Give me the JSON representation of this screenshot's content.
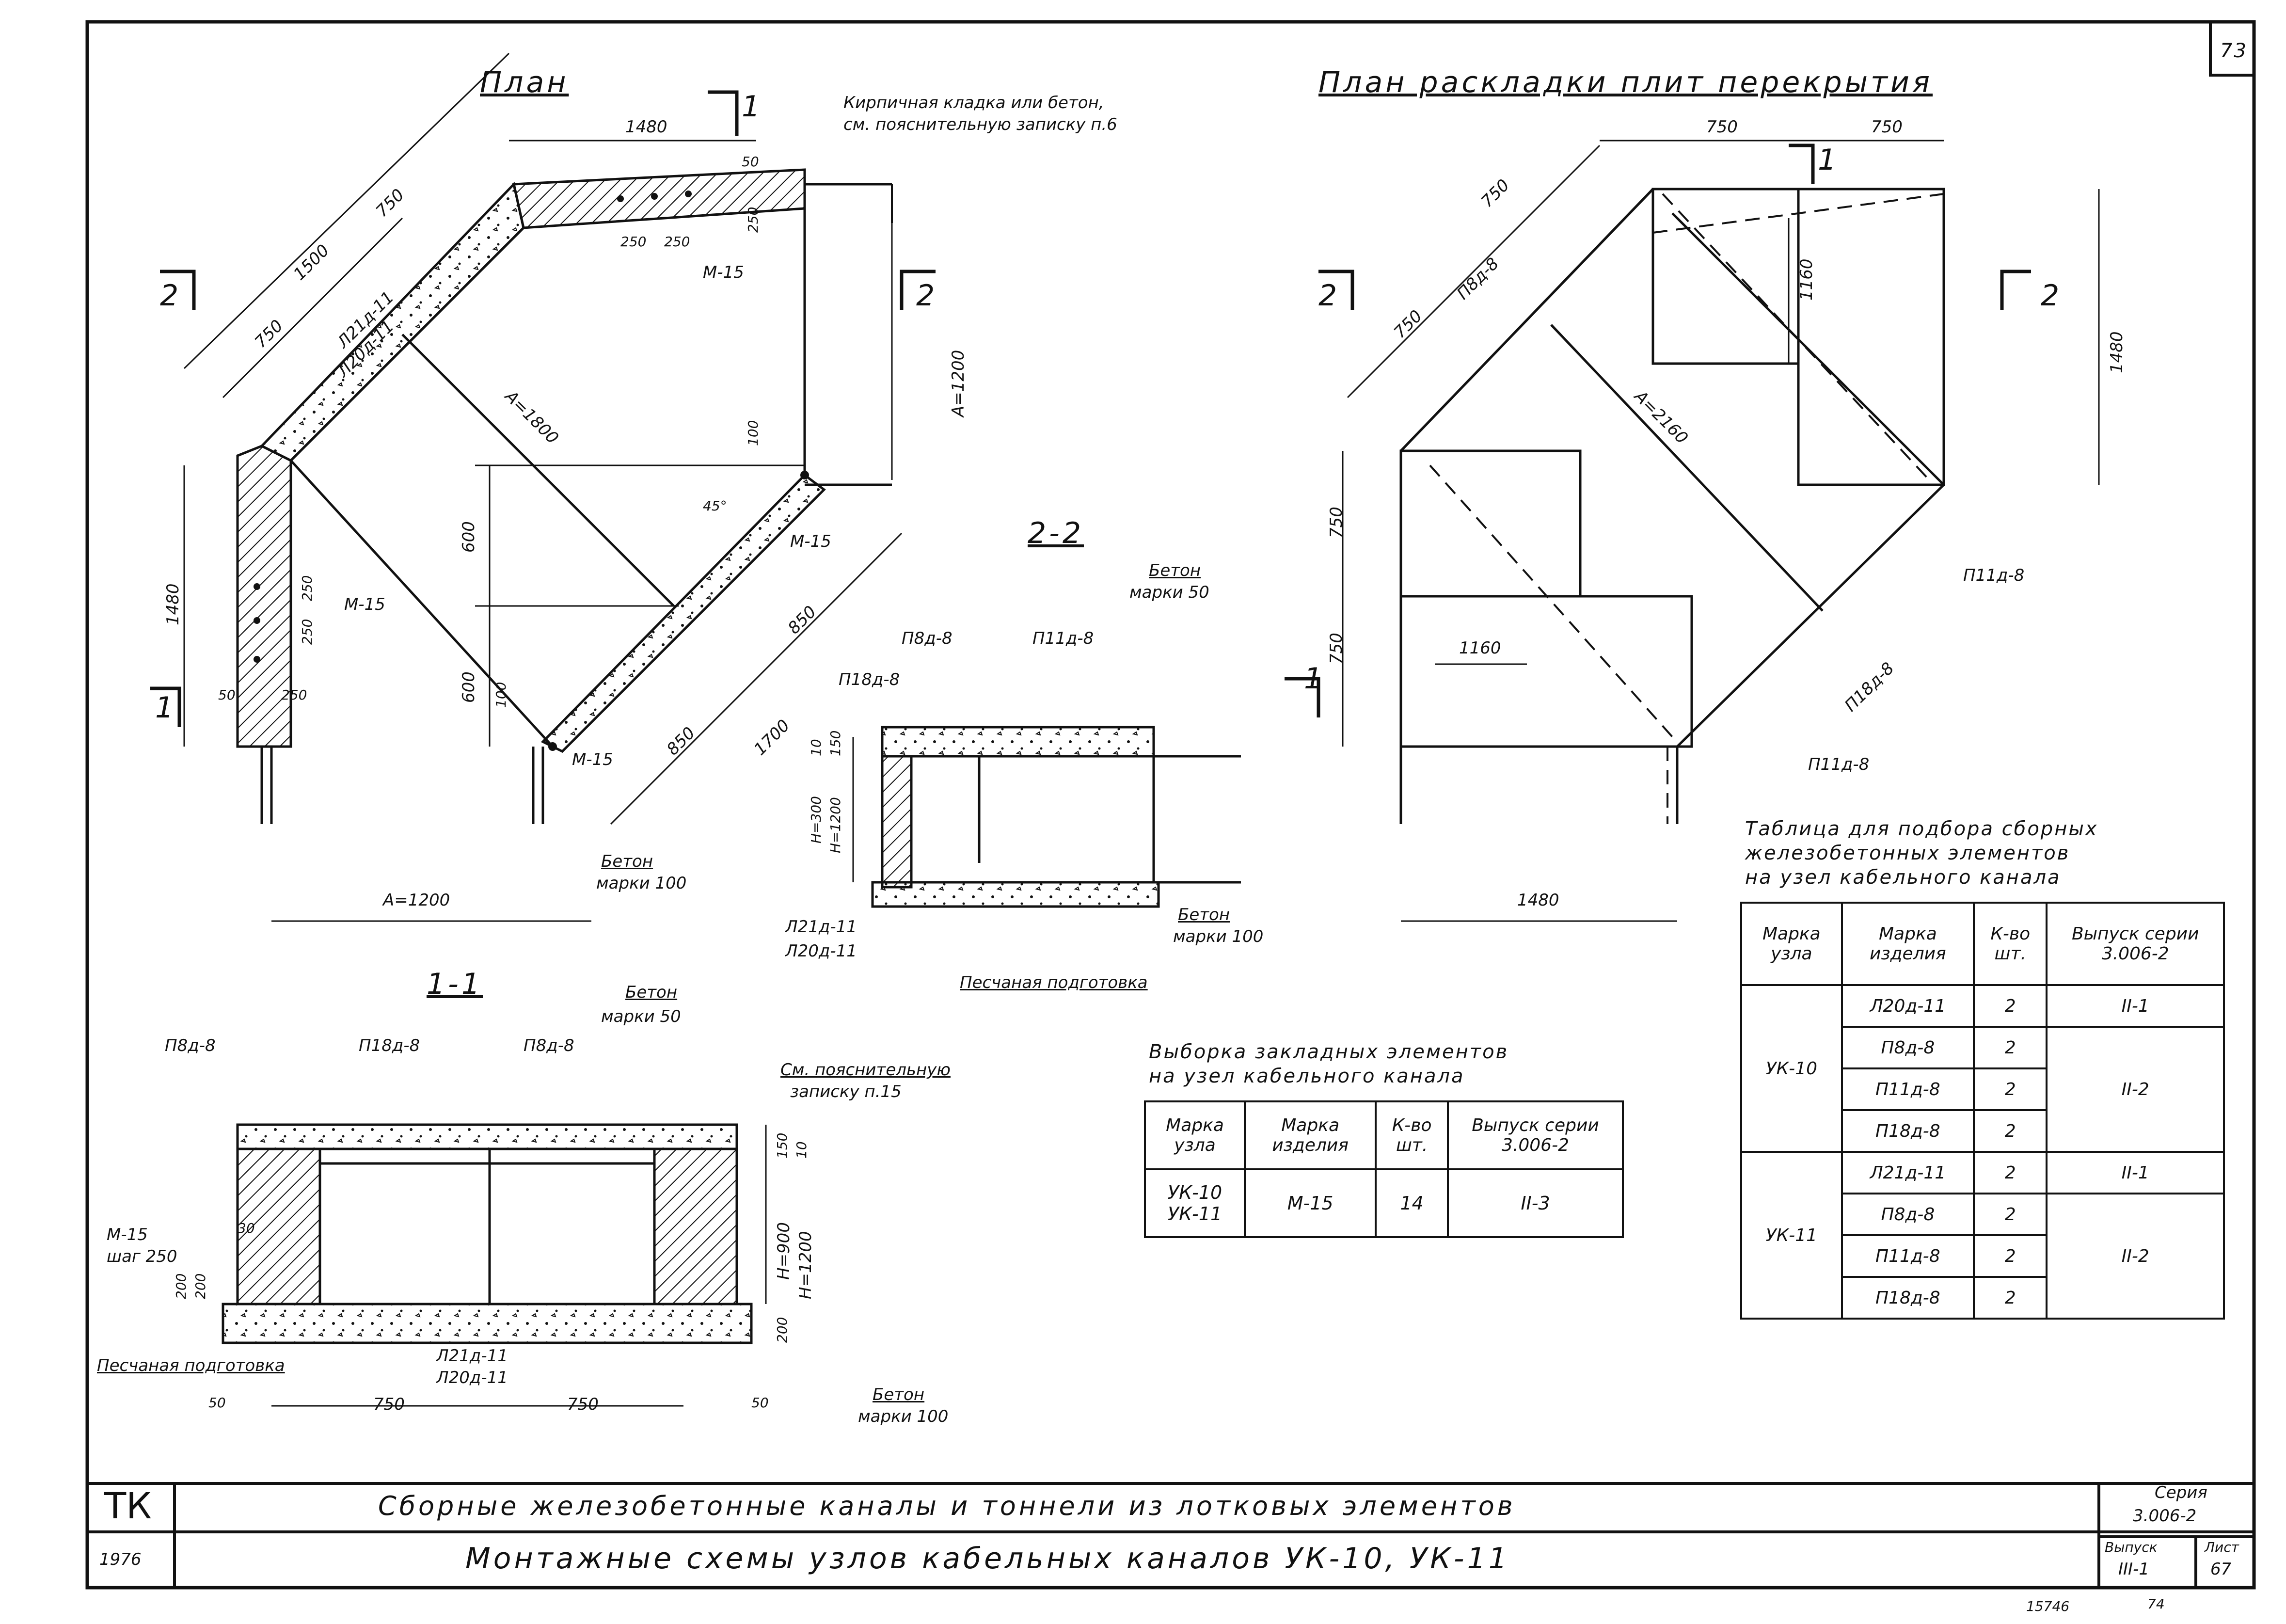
{
  "sheet": {
    "page_number": "73",
    "stamp_bottom_left": "15746",
    "stamp_bottom_right": "74"
  },
  "plan": {
    "title": "План",
    "note_masonry_line1": "Кирпичная кладка или бетон,",
    "note_masonry_line2": "см. пояснительную записку п.6",
    "dims": {
      "d1480_top": "1480",
      "d1500": "1500",
      "d750_a": "750",
      "d750_b": "750",
      "d50_a": "50",
      "d250_a": "250",
      "d250_b": "250",
      "d250_c": "250",
      "a1800": "A=1800",
      "a1200_right": "A=1200",
      "d100_a": "100",
      "d45": "45°",
      "d600_a": "600",
      "d600_b": "600",
      "d1480_left": "1480",
      "d250_d": "250",
      "d250_e": "250",
      "d250_f": "250",
      "d50_b": "50",
      "d100_b": "100",
      "d850_a": "850",
      "d850_b": "850",
      "d1700": "1700",
      "a1200_bottom": "A=1200"
    },
    "labels": {
      "l21": "Л21д-11",
      "l20": "Л20д-11",
      "m15_a": "М-15",
      "m15_b": "М-15",
      "m15_c": "М-15",
      "m15_d": "М-15",
      "beton_line1": "Бетон",
      "beton_line2": "марки 100",
      "sec2_left": "2",
      "sec2_right": "2",
      "sec1_top": "1",
      "sec1_left": "1"
    }
  },
  "layout_plan": {
    "title": "План раскладки плит перекрытия",
    "dims": {
      "d750_a": "750",
      "d750_b": "750",
      "d750_c": "750",
      "d750_d": "750",
      "d750_e": "750",
      "d750_f": "750",
      "d1160_a": "1160",
      "d1480_right": "1480",
      "a2160": "A=2160",
      "d1160_b": "1160",
      "d1480_bottom": "1480"
    },
    "labels": {
      "p8": "П8д-8",
      "p11_a": "П11д-8",
      "p18": "П18д-8",
      "p11_b": "П11д-8",
      "sec2_left": "2",
      "sec2_right": "2",
      "sec1_top": "1",
      "sec1_left": "1"
    }
  },
  "section22": {
    "title": "2-2",
    "beton50_line1": "Бетон",
    "beton50_line2": "марки 50",
    "p8": "П8д-8",
    "p11": "П11д-8",
    "p18": "П18д-8",
    "d150": "150",
    "d10": "10",
    "h300": "H=300",
    "h1200": "H=1200",
    "l21": "Л21д-11",
    "l20": "Л20д-11",
    "beton100_line1": "Бетон",
    "beton100_line2": "марки 100",
    "sand": "Песчаная подготовка"
  },
  "section11": {
    "title": "1-1",
    "beton50_line1": "Бетон",
    "beton50_line2": "марки 50",
    "p8_a": "П8д-8",
    "p18": "П18д-8",
    "p8_b": "П8д-8",
    "note_line1": "См. пояснительную",
    "note_line2": "записку п.15",
    "m15": "М-15",
    "step": "шаг 250",
    "d30": "30",
    "d200_a": "200",
    "d200_b": "200",
    "d200_c": "200",
    "d150": "150",
    "d10": "10",
    "h900": "H=900",
    "h1200": "H=1200",
    "sand": "Песчаная подготовка",
    "l21": "Л21д-11",
    "l20": "Л20д-11",
    "d50_a": "50",
    "d750_a": "750",
    "d750_b": "750",
    "d50_b": "50",
    "beton100_line1": "Бетон",
    "beton100_line2": "марки 100"
  },
  "embedded_table": {
    "title_line1": "Выборка закладных элементов",
    "title_line2": "на узел кабельного канала",
    "headers": [
      "Марка узла",
      "Марка изделия",
      "К-во шт.",
      "Выпуск серии 3.006-2"
    ],
    "row": {
      "node_1": "УК-10",
      "node_2": "УК-11",
      "item": "М-15",
      "qty": "14",
      "issue": "II-3"
    }
  },
  "selection_table": {
    "title_line1": "Таблица для подбора сборных",
    "title_line2": "железобетонных элементов",
    "title_line3": "на узел кабельного канала",
    "headers": [
      "Марка узла",
      "Марка изделия",
      "К-во шт.",
      "Выпуск серии 3.006-2"
    ],
    "groups": [
      {
        "node": "УК-10",
        "rows": [
          {
            "item": "Л20д-11",
            "qty": "2",
            "issue": "II-1"
          },
          {
            "item": "П8д-8",
            "qty": "2",
            "issue": "II-2"
          },
          {
            "item": "П11д-8",
            "qty": "2",
            "issue": ""
          },
          {
            "item": "П18д-8",
            "qty": "2",
            "issue": ""
          }
        ]
      },
      {
        "node": "УК-11",
        "rows": [
          {
            "item": "Л21д-11",
            "qty": "2",
            "issue": "II-1"
          },
          {
            "item": "П8д-8",
            "qty": "2",
            "issue": "II-2"
          },
          {
            "item": "П11д-8",
            "qty": "2",
            "issue": ""
          },
          {
            "item": "П18д-8",
            "qty": "2",
            "issue": ""
          }
        ]
      }
    ]
  },
  "title_block": {
    "code": "ТК",
    "year": "1976",
    "line1": "Сборные железобетонные каналы и тоннели из лотковых элементов",
    "line2": "Монтажные схемы узлов кабельных каналов УК-10, УК-11",
    "series_label": "Серия",
    "series_value": "3.006-2",
    "issue_label": "Выпуск",
    "issue_value": "III-1",
    "sheet_label": "Лист",
    "sheet_value": "67"
  }
}
